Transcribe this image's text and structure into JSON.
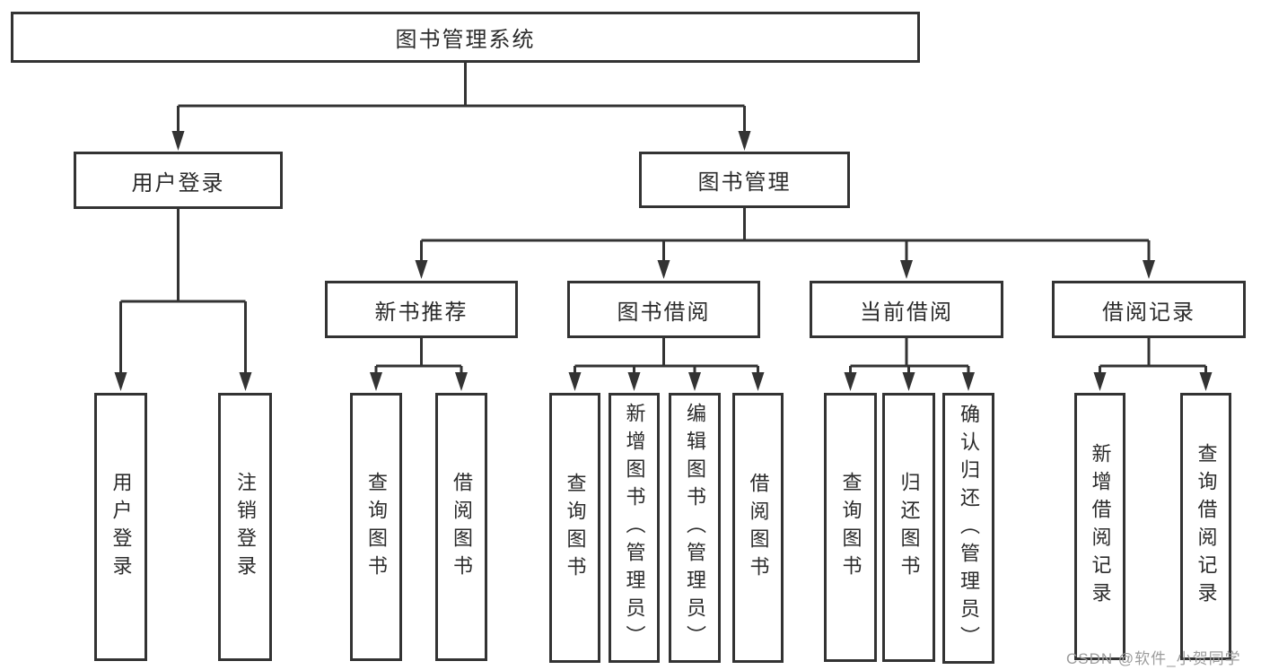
{
  "diagram": {
    "tree": {
      "root": {
        "label": "图书管理系统"
      },
      "branches": [
        {
          "label": "用户登录",
          "children": [
            {
              "label": "用户登录"
            },
            {
              "label": "注销登录"
            }
          ]
        },
        {
          "label": "图书管理",
          "children": [
            {
              "label": "新书推荐",
              "children": [
                {
                  "label": "查询图书"
                },
                {
                  "label": "借阅图书"
                }
              ]
            },
            {
              "label": "图书借阅",
              "children": [
                {
                  "label": "查询图书"
                },
                {
                  "label": "新增图书（管理员）"
                },
                {
                  "label": "编辑图书（管理员）"
                },
                {
                  "label": "借阅图书"
                }
              ]
            },
            {
              "label": "当前借阅",
              "children": [
                {
                  "label": "查询图书"
                },
                {
                  "label": "归还图书"
                },
                {
                  "label": "确认归还（管理员）"
                }
              ]
            },
            {
              "label": "借阅记录",
              "children": [
                {
                  "label": "新增借阅记录"
                },
                {
                  "label": "查询借阅记录"
                }
              ]
            }
          ]
        }
      ]
    },
    "colors": {
      "line": "#333333",
      "text": "#2b2b2b",
      "background": "#ffffff",
      "watermark_text": "#9c9c9c"
    }
  },
  "watermark": {
    "text": "CSDN @软件_小贺同学"
  }
}
